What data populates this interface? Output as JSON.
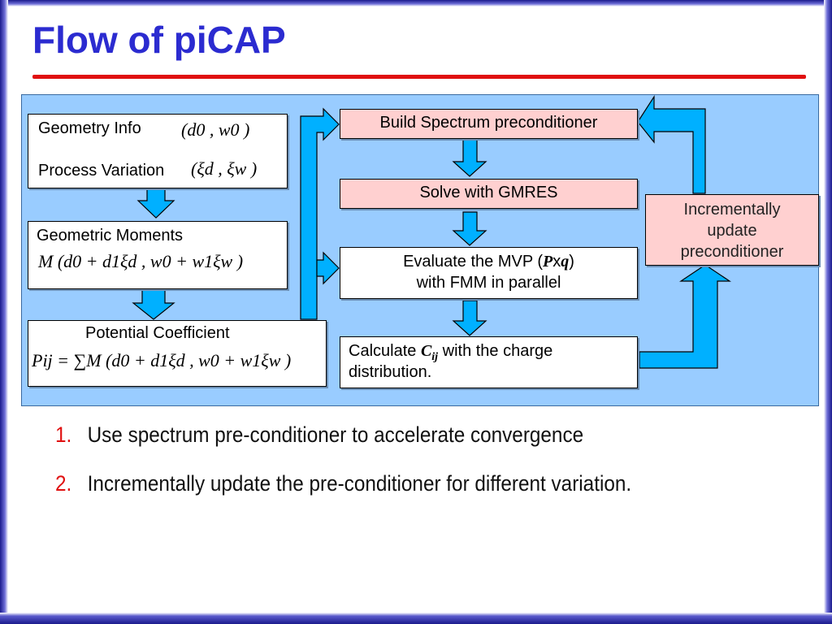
{
  "title": "Flow of piCAP",
  "diagram": {
    "geometry_box": {
      "line1": "Geometry Info",
      "line1_math": "(d0 , w0 )",
      "line2": "Process Variation",
      "line2_math": "(ξd , ξw )"
    },
    "moments_box": {
      "label": "Geometric Moments",
      "math": "M (d0 + d1ξd , w0 + w1ξw )"
    },
    "potential_box": {
      "label": "Potential Coefficient",
      "math": "Pij = ∑M (d0 + d1ξd , w0 + w1ξw )"
    },
    "build_box": {
      "label": "Build Spectrum preconditioner"
    },
    "solve_box": {
      "label": "Solve with GMRES"
    },
    "evaluate_box": {
      "line1_prefix": "Evaluate the MVP (",
      "line1_P": "P",
      "line1_x": "x",
      "line1_q": "q",
      "line1_suffix": ")",
      "line2": "with FMM in parallel"
    },
    "calculate_box": {
      "prefix": "Calculate ",
      "C": "C",
      "sub": "ij",
      "suffix": " with the charge",
      "line2": "distribution."
    },
    "update_box": {
      "line1": "Incrementally",
      "line2": "update",
      "line3": "preconditioner"
    }
  },
  "bullets": [
    {
      "num": "1.",
      "text": "Use spectrum pre-conditioner to accelerate convergence"
    },
    {
      "num": "2.",
      "text": "Incrementally update the pre-conditioner for different variation."
    }
  ],
  "colors": {
    "title": "#2b2bd0",
    "rule": "#e01010",
    "panel": "#99ccff",
    "arrow_fill": "#00b0ff",
    "pink_box": "#ffd0d0"
  }
}
